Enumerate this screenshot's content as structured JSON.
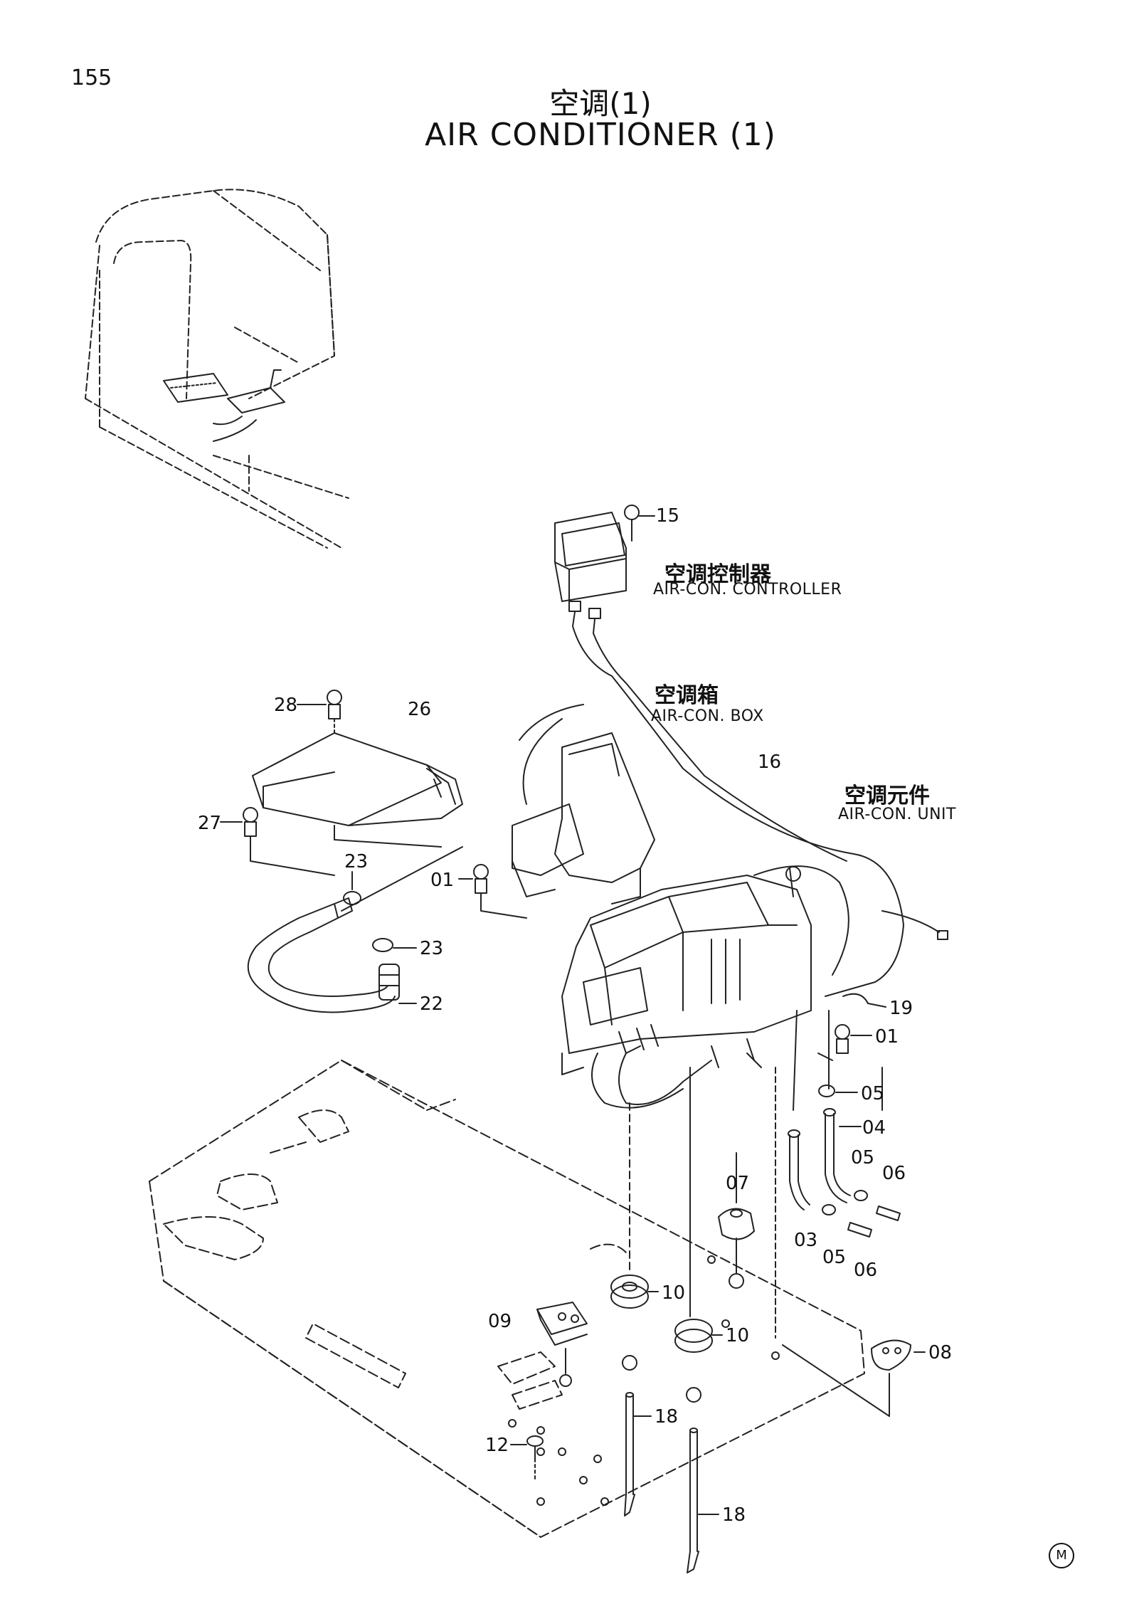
{
  "page_number": "155",
  "title": {
    "zh": "空调(1)",
    "en": "AIR CONDITIONER (1)"
  },
  "labels": {
    "controller": {
      "zh": "空调控制器",
      "en": "AIR-CON. CONTROLLER"
    },
    "box": {
      "zh": "空调箱",
      "en": "AIR-CON. BOX"
    },
    "unit": {
      "zh": "空调元件",
      "en": "AIR-CON. UNIT"
    }
  },
  "part_numbers": {
    "p15": "15",
    "p28": "28",
    "p26": "26",
    "p27": "27",
    "p23a": "23",
    "p01a": "01",
    "p16": "16",
    "p23b": "23",
    "p22": "22",
    "p19": "19",
    "p01b": "01",
    "p05a": "05",
    "p04": "04",
    "p05b": "05",
    "p06a": "06",
    "p07": "07",
    "p03": "03",
    "p05c": "05",
    "p06b": "06",
    "p10a": "10",
    "p09": "09",
    "p10b": "10",
    "p08": "08",
    "p18a": "18",
    "p12": "12",
    "p18b": "18"
  },
  "corner_mark": "M"
}
